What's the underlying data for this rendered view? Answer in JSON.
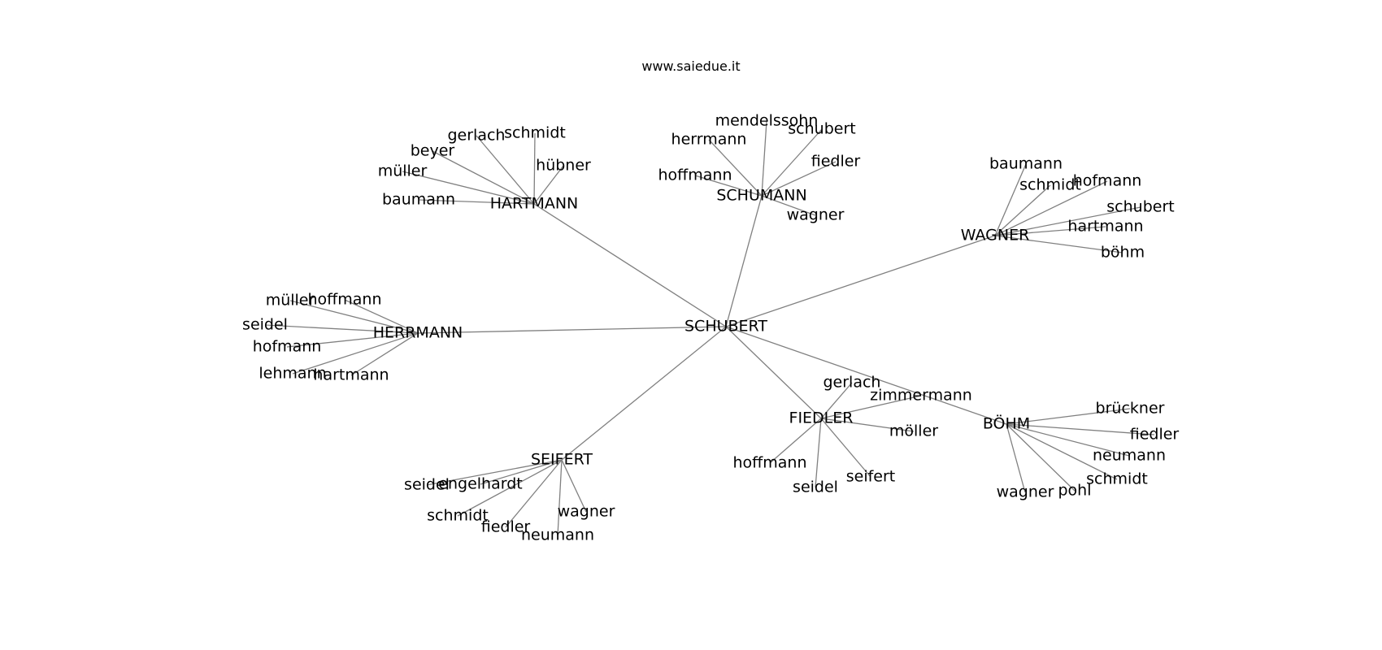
{
  "title": "www.saiedue.it",
  "colors": {
    "edge": "#808080",
    "text": "#000000",
    "background": "#ffffff"
  },
  "graph": {
    "root": "SCHUBERT",
    "hubs": [
      {
        "label": "HARTMANN",
        "children": [
          "gerlach",
          "schmidt",
          "beyer",
          "hübner",
          "müller",
          "baumann"
        ]
      },
      {
        "label": "SCHUMANN",
        "children": [
          "mendelssohn",
          "herrmann",
          "schubert",
          "fiedler",
          "hoffmann",
          "wagner"
        ]
      },
      {
        "label": "WAGNER",
        "children": [
          "baumann",
          "schmidt",
          "hofmann",
          "schubert",
          "hartmann",
          "böhm"
        ]
      },
      {
        "label": "HERRMANN",
        "children": [
          "müller",
          "hoffmann",
          "seidel",
          "hofmann",
          "lehmann",
          "hartmann"
        ]
      },
      {
        "label": "FIEDLER",
        "children": [
          "gerlach",
          "zimmermann",
          "möller",
          "hoffmann",
          "seidel",
          "seifert"
        ]
      },
      {
        "label": "BÖHM",
        "children": [
          "brückner",
          "fiedler",
          "neumann",
          "schmidt",
          "wagner",
          "pohl"
        ]
      },
      {
        "label": "SEIFERT",
        "children": [
          "seidel",
          "engelhardt",
          "schmidt",
          "fiedler",
          "neumann",
          "wagner"
        ]
      }
    ]
  }
}
